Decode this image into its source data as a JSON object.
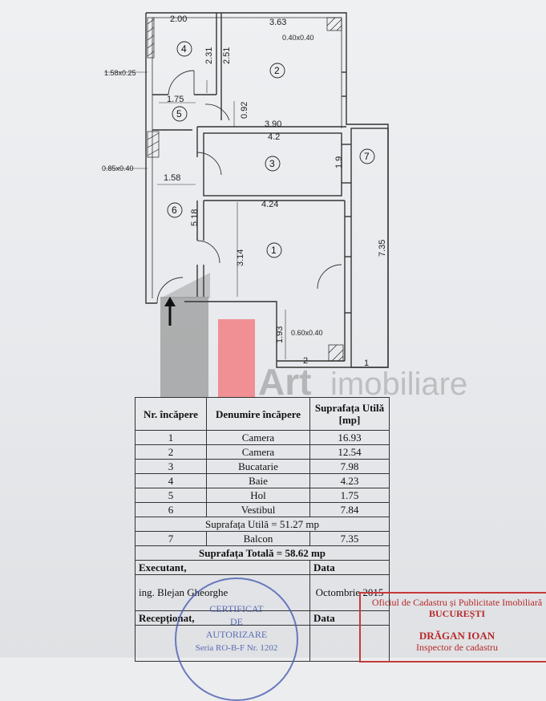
{
  "plan": {
    "dims": {
      "room4_width": "2.00",
      "room2_width": "3.63",
      "column_top": "0.40x0.40",
      "room4_h1": "2.31",
      "room4_h2": "2.51",
      "column_left": "1.58x0.25",
      "hol_width": "1.75",
      "hol_h": "0.92",
      "room3_top": "3.90",
      "room3_top2": "4.2",
      "room3_h": "1.9",
      "column_mid": "0.85x0.40",
      "vest_width": "1.58",
      "vest_h": "5.18",
      "room1_width": "4.24",
      "room1_h": "3.14",
      "balcon_len": "7.35",
      "room1_h2": "1.93",
      "column_bottom": "0.60x0.40",
      "bottom_2": "2",
      "bottom_1": "1"
    },
    "rooms": [
      "1",
      "2",
      "3",
      "4",
      "5",
      "6",
      "7"
    ]
  },
  "watermark": {
    "art": "Art",
    "imobiliare": "imobiliare"
  },
  "table": {
    "headers": [
      "Nr. încăpere",
      "Denumire încăpere",
      "Suprafața Utilă [mp]"
    ],
    "rows": [
      {
        "nr": "1",
        "name": "Camera",
        "area": "16.93"
      },
      {
        "nr": "2",
        "name": "Camera",
        "area": "12.54"
      },
      {
        "nr": "3",
        "name": "Bucatarie",
        "area": "7.98"
      },
      {
        "nr": "4",
        "name": "Baie",
        "area": "4.23"
      },
      {
        "nr": "5",
        "name": "Hol",
        "area": "1.75"
      },
      {
        "nr": "6",
        "name": "Vestibul",
        "area": "7.84"
      }
    ],
    "util_total": "Suprafața Utilă = 51.27 mp",
    "balcon": {
      "nr": "7",
      "name": "Balcon",
      "area": "7.35"
    },
    "grand_total": "Suprafața Totală = 58.62 mp",
    "executant_label": "Executant,",
    "executant_name": "ing. Blejan Gheorghe",
    "data_label": "Data",
    "data_value": "Octombrie 2015",
    "receptionat_label": "Recepționat,",
    "data_label2": "Data"
  },
  "stamp_cadastru": {
    "line1": "Oficiul de Cadastru și Publicitate Imobiliară",
    "line2": "BUCUREȘTI",
    "line3": "DRĂGAN IOAN",
    "line4": "Inspector de cadastru"
  },
  "stamp_round": {
    "line1": "CERTIFICAT",
    "line2": "DE",
    "line3": "AUTORIZARE",
    "line4": "Seria RO-B-F Nr. 1202"
  }
}
